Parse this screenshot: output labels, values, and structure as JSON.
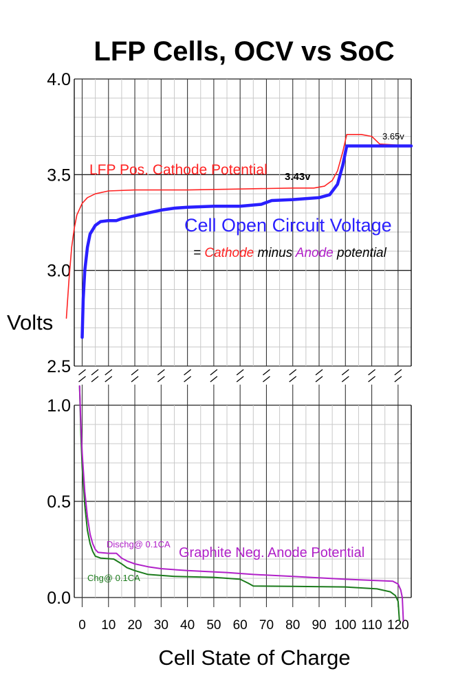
{
  "chart_data": {
    "type": "line",
    "title": "LFP Cells, OCV vs SoC",
    "xlabel": "Cell State of Charge",
    "ylabel": "Volts",
    "x_ticks": [
      "0",
      "10",
      "20",
      "30",
      "40",
      "50",
      "60",
      "70",
      "80",
      "90",
      "100",
      "110",
      "120"
    ],
    "xlim": [
      -3,
      125
    ],
    "upper_panel": {
      "ylim": [
        2.5,
        4.0
      ],
      "y_ticks": [
        "2.5",
        "3.0",
        "3.5",
        "4.0"
      ],
      "series": [
        {
          "name": "LFP Pos. Cathode Potential",
          "color": "#ff2222",
          "points": [
            [
              -6,
              2.75
            ],
            [
              -5,
              2.95
            ],
            [
              -4,
              3.12
            ],
            [
              -3,
              3.22
            ],
            [
              -2,
              3.29
            ],
            [
              0,
              3.35
            ],
            [
              2,
              3.38
            ],
            [
              5,
              3.4
            ],
            [
              10,
              3.415
            ],
            [
              20,
              3.42
            ],
            [
              40,
              3.42
            ],
            [
              60,
              3.425
            ],
            [
              80,
              3.43
            ],
            [
              88,
              3.43
            ],
            [
              92,
              3.44
            ],
            [
              95,
              3.47
            ],
            [
              97,
              3.52
            ],
            [
              99,
              3.62
            ],
            [
              100.5,
              3.71
            ],
            [
              106,
              3.71
            ],
            [
              110,
              3.7
            ],
            [
              113,
              3.66
            ],
            [
              125,
              3.65
            ]
          ]
        },
        {
          "name": "Cell Open Circuit Voltage",
          "color": "#2a1fff",
          "points": [
            [
              0,
              2.65
            ],
            [
              0.4,
              2.85
            ],
            [
              1,
              3.0
            ],
            [
              2,
              3.12
            ],
            [
              3,
              3.19
            ],
            [
              5,
              3.235
            ],
            [
              7,
              3.255
            ],
            [
              10,
              3.26
            ],
            [
              13,
              3.26
            ],
            [
              15,
              3.27
            ],
            [
              20,
              3.285
            ],
            [
              25,
              3.3
            ],
            [
              30,
              3.315
            ],
            [
              35,
              3.325
            ],
            [
              40,
              3.33
            ],
            [
              50,
              3.335
            ],
            [
              60,
              3.335
            ],
            [
              68,
              3.345
            ],
            [
              72,
              3.365
            ],
            [
              80,
              3.37
            ],
            [
              90,
              3.38
            ],
            [
              94,
              3.395
            ],
            [
              97,
              3.45
            ],
            [
              99,
              3.55
            ],
            [
              100.5,
              3.65
            ],
            [
              125,
              3.65
            ]
          ]
        }
      ],
      "annotations": [
        {
          "text": "3.43v",
          "x": 86,
          "y": 3.43
        },
        {
          "text": "3.65v",
          "x": 120,
          "y": 3.65
        },
        {
          "text": "Cell Open Circuit Voltage"
        },
        {
          "text_parts": [
            "=",
            "Cathode",
            "minus",
            "Anode",
            "potential"
          ]
        }
      ]
    },
    "lower_panel": {
      "ylim": [
        0.0,
        1.0
      ],
      "y_ticks": [
        "0.0",
        "0.5",
        "1.0"
      ],
      "series": [
        {
          "name": "Dischg@ 0.1CA",
          "color": "#b020c8",
          "points": [
            [
              -1,
              1.1
            ],
            [
              -0.5,
              0.9
            ],
            [
              0,
              0.75
            ],
            [
              1,
              0.55
            ],
            [
              2,
              0.42
            ],
            [
              3,
              0.33
            ],
            [
              4,
              0.28
            ],
            [
              5,
              0.25
            ],
            [
              6,
              0.235
            ],
            [
              10,
              0.23
            ],
            [
              13,
              0.23
            ],
            [
              15,
              0.205
            ],
            [
              17,
              0.19
            ],
            [
              20,
              0.175
            ],
            [
              25,
              0.16
            ],
            [
              30,
              0.15
            ],
            [
              40,
              0.14
            ],
            [
              55,
              0.13
            ],
            [
              65,
              0.12
            ],
            [
              80,
              0.11
            ],
            [
              100,
              0.095
            ],
            [
              118,
              0.085
            ],
            [
              120,
              0.07
            ],
            [
              121,
              0.04
            ],
            [
              121.6,
              0.0
            ],
            [
              122,
              -0.12
            ]
          ]
        },
        {
          "name": "Chg@ 0.1CA",
          "color": "#1a7a1a",
          "points": [
            [
              -1,
              1.1
            ],
            [
              -0.5,
              0.85
            ],
            [
              0,
              0.68
            ],
            [
              1,
              0.48
            ],
            [
              2,
              0.35
            ],
            [
              3,
              0.28
            ],
            [
              4,
              0.24
            ],
            [
              5,
              0.215
            ],
            [
              7,
              0.205
            ],
            [
              12,
              0.2
            ],
            [
              15,
              0.175
            ],
            [
              17,
              0.155
            ],
            [
              20,
              0.14
            ],
            [
              25,
              0.12
            ],
            [
              35,
              0.11
            ],
            [
              50,
              0.105
            ],
            [
              60,
              0.095
            ],
            [
              63,
              0.075
            ],
            [
              65,
              0.06
            ],
            [
              80,
              0.058
            ],
            [
              100,
              0.055
            ],
            [
              112,
              0.045
            ],
            [
              117,
              0.03
            ],
            [
              119,
              0.01
            ],
            [
              120,
              -0.02
            ],
            [
              120.5,
              -0.12
            ]
          ]
        }
      ],
      "annotations": [
        {
          "text": "Dischg@ 0.1CA"
        },
        {
          "text": "Chg@ 0.1CA"
        },
        {
          "text": "Graphite Neg. Anode Potential"
        }
      ]
    },
    "axis_break": "between 2.5 and 1.0",
    "grid": true
  }
}
